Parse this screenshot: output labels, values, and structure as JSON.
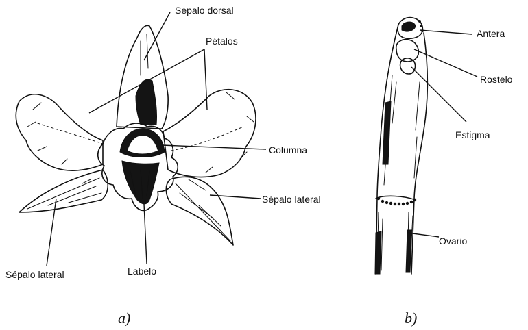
{
  "figure_a": {
    "caption": "a)",
    "labels": {
      "dorsal_sepal": "Sepalo dorsal",
      "petals": "Pétalos",
      "column": "Columna",
      "lateral_sepal_right": "Sépalo lateral",
      "lateral_sepal_left": "Sépalo lateral",
      "lip": "Labelo"
    }
  },
  "figure_b": {
    "caption": "b)",
    "labels": {
      "anther": "Antera",
      "rostellum": "Rostelo",
      "stigma": "Estigma",
      "ovary": "Ovario"
    }
  }
}
